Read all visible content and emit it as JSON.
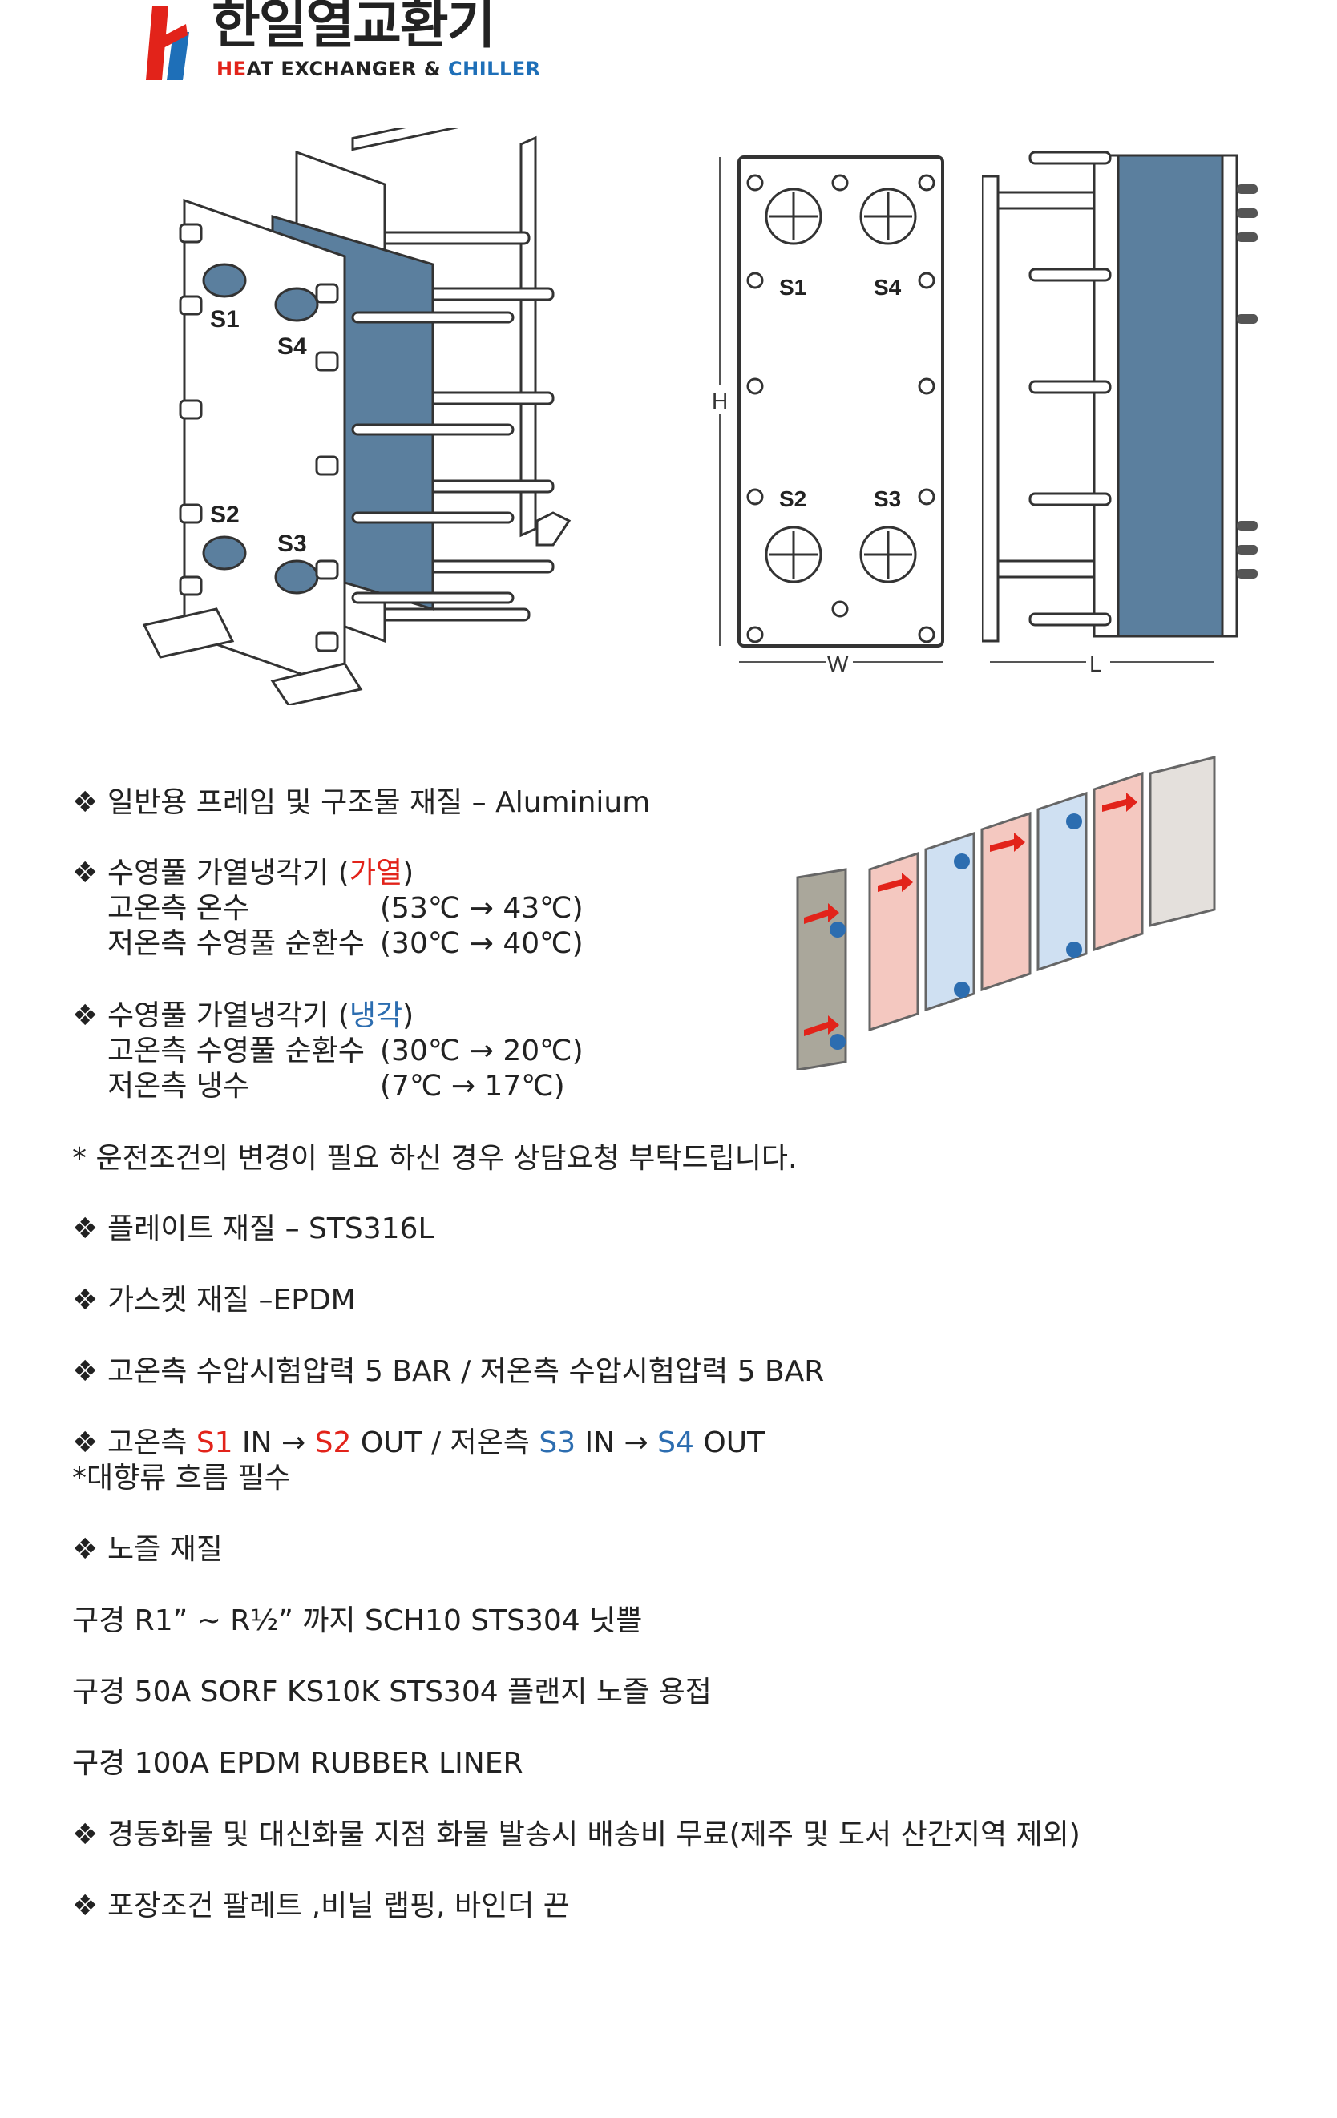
{
  "brand": {
    "name_ko": "한일열교환기",
    "name_en_he": "HE",
    "name_en_at": "AT EXCHANGER & ",
    "name_en_ch": "CHILLER"
  },
  "diagram": {
    "iso_ports": [
      "S1",
      "S4",
      "S2",
      "S3"
    ],
    "front_ports": [
      "S1",
      "S4",
      "S2",
      "S3"
    ],
    "dim_h": "H",
    "dim_w": "W",
    "dim_l": "L"
  },
  "bullet_symbol": "❖",
  "spec": {
    "frame": "일반용 프레임 및 구조물 재질 – Aluminium",
    "heat_title_pre": "수영풀 가열냉각기 (",
    "heat_title_mode": "가열",
    "heat_title_post": ")",
    "heat_row1_label": "고온측 온수",
    "heat_row1_value": "(53℃ → 43℃)",
    "heat_row2_label": "저온측 수영풀 순환수",
    "heat_row2_value": "(30℃ → 40℃)",
    "cool_title_pre": "수영풀 가열냉각기 (",
    "cool_title_mode": "냉각",
    "cool_title_post": ")",
    "cool_row1_label": "고온측 수영풀 순환수",
    "cool_row1_value": "(30℃ → 20℃)",
    "cool_row2_label": "저온측 냉수",
    "cool_row2_value": "(7℃ → 17℃)",
    "note": "* 운전조건의 변경이 필요 하신 경우 상담요청 부탁드립니다.",
    "plate": "플레이트 재질 – STS316L",
    "gasket": "가스켓 재질 –EPDM",
    "pressure": "고온측 수압시험압력 5 BAR / 저온측 수압시험압력 5 BAR",
    "flow_hot_label": "고온측 ",
    "flow_s1": "S1",
    "flow_in1": " IN → ",
    "flow_s2": "S2",
    "flow_out1": " OUT  /  저온측 ",
    "flow_s3": "S3",
    "flow_in2": " IN → ",
    "flow_s4": "S4",
    "flow_out2": " OUT",
    "counterflow": "*대향류 흐름 필수",
    "nozzle_title": "노즐 재질",
    "nozzle1": "구경 R1” ~ R½” 까지 SCH10 STS304 닛쁠",
    "nozzle2": "구경 50A SORF KS10K STS304 플랜지 노즐 용접",
    "nozzle3": "구경 100A EPDM RUBBER LINER",
    "shipping": "경동화물 및 대신화물 지점 화물 발송시 배송비 무료(제주 및 도서 산간지역 제외)",
    "packing": "포장조건 팔레트 ,비닐 랩핑, 바인더 끈"
  },
  "colors": {
    "hot": "#e2231a",
    "cold": "#2c6db0",
    "plate": "#5b7f9e"
  }
}
